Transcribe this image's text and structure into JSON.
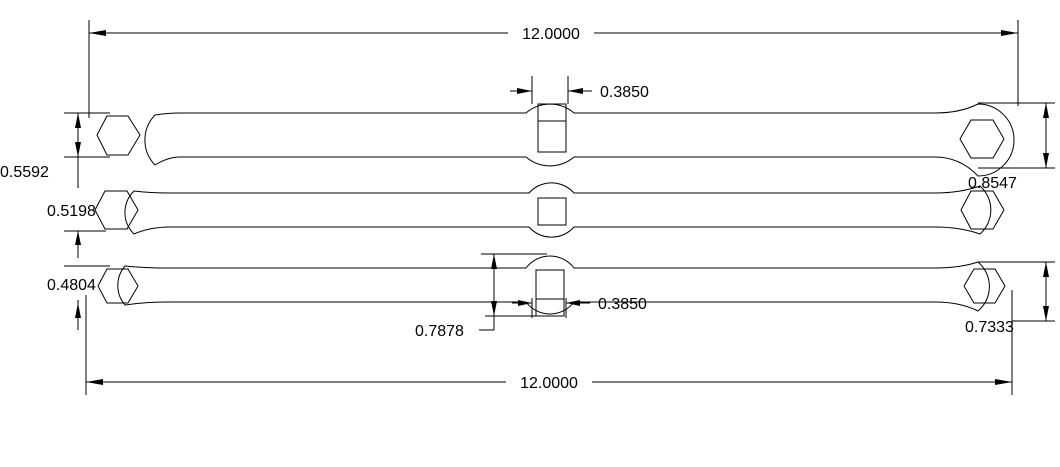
{
  "drawing": {
    "overall_length_top": "12.0000",
    "overall_length_bottom": "12.0000",
    "top_slot_width": "0.3850",
    "bottom_slot_width": "0.3850",
    "left_hex_top": "0.5592",
    "left_hex_middle": "0.5198",
    "left_hex_bottom": "0.4804",
    "right_hex_top": "0.8547",
    "right_hex_bottom": "0.7333",
    "center_boss_height": "0.7878"
  }
}
